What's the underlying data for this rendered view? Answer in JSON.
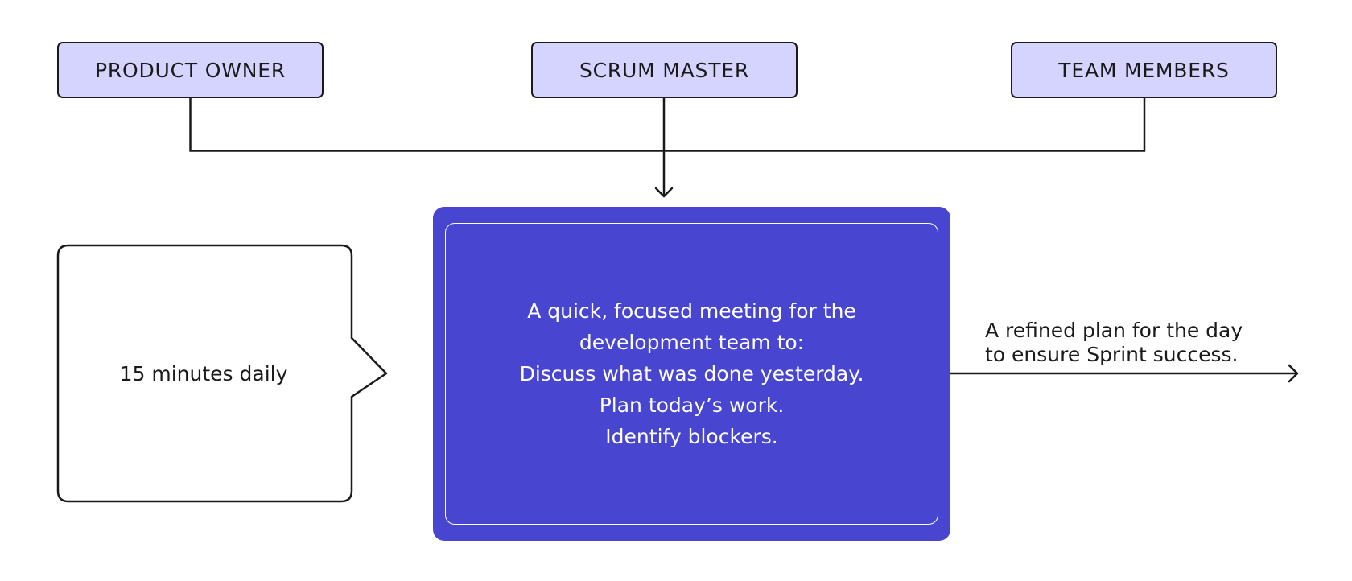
{
  "roles": {
    "product_owner": "PRODUCT OWNER",
    "scrum_master": "SCRUM MASTER",
    "team_members": "TEAM MEMBERS"
  },
  "duration": "15 minutes daily",
  "meeting": {
    "lines": [
      "A quick, focused meeting for the",
      "development team to:",
      "Discuss what was done yesterday.",
      "Plan today’s work.",
      "Identify blockers."
    ]
  },
  "outcome": {
    "lines": [
      "A refined plan for the day",
      "to ensure Sprint success."
    ]
  },
  "colors": {
    "role_fill": "#d4d4ff",
    "meeting_fill": "#4846d1",
    "stroke": "#1a1a1a"
  }
}
